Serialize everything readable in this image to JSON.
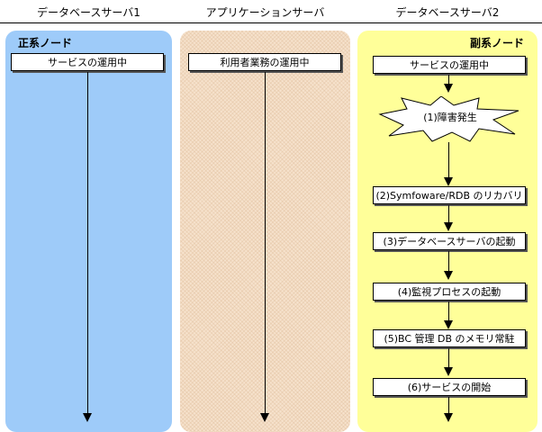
{
  "headers": {
    "db1": "データベースサーバ1",
    "app": "アプリケーションサーバ",
    "db2": "データベースサーバ2"
  },
  "primary": {
    "label": "正系ノード",
    "box": "サービスの運用中"
  },
  "app": {
    "box": "利用者業務の運用中"
  },
  "secondary": {
    "label": "副系ノード",
    "box0": "サービスの運用中",
    "failure": "(1)障害発生",
    "step2": "(2)Symfoware/RDB のリカバリ",
    "step3": "(3)データベースサーバの起動",
    "step4": "(4)監視プロセスの起動",
    "step5": "(5)BC 管理 DB のメモリ常駐",
    "step6": "(6)サービスの開始"
  }
}
